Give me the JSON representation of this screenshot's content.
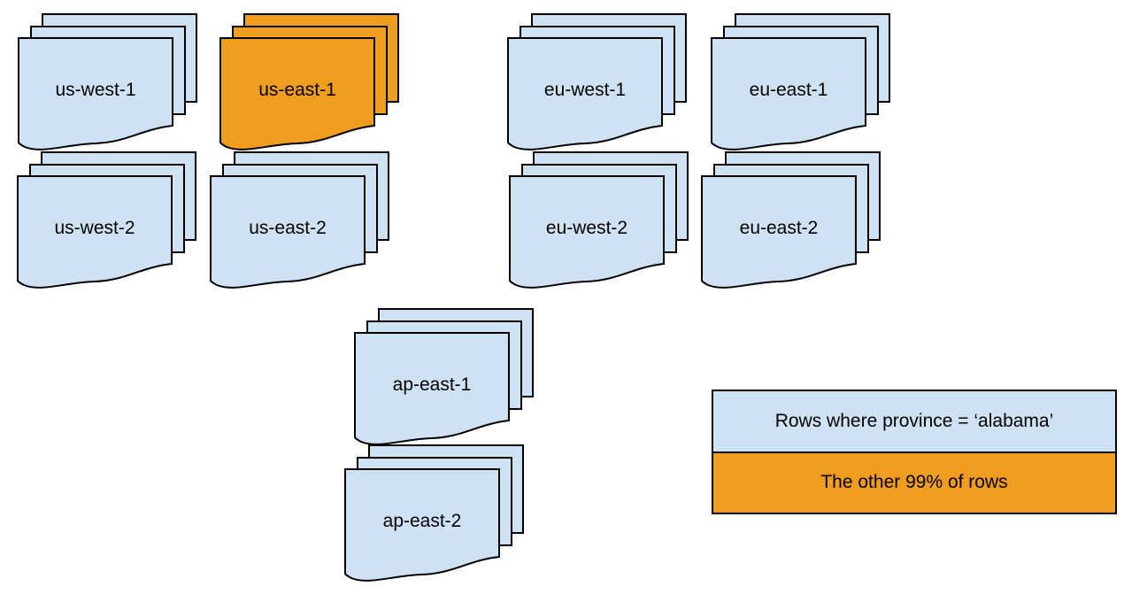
{
  "palette": {
    "page_fill_default": "#CFE2F3",
    "page_fill_highlight": "#F09C1F",
    "stroke": "#000000",
    "background": "#FFFFFF",
    "text": "#000000"
  },
  "stacks": [
    {
      "id": "us-west-1",
      "label": "us-west-1",
      "highlighted": false
    },
    {
      "id": "us-east-1",
      "label": "us-east-1",
      "highlighted": true
    },
    {
      "id": "eu-west-1",
      "label": "eu-west-1",
      "highlighted": false
    },
    {
      "id": "eu-east-1",
      "label": "eu-east-1",
      "highlighted": false
    },
    {
      "id": "us-west-2",
      "label": "us-west-2",
      "highlighted": false
    },
    {
      "id": "us-east-2",
      "label": "us-east-2",
      "highlighted": false
    },
    {
      "id": "eu-west-2",
      "label": "eu-west-2",
      "highlighted": false
    },
    {
      "id": "eu-east-2",
      "label": "eu-east-2",
      "highlighted": false
    },
    {
      "id": "ap-east-1",
      "label": "ap-east-1",
      "highlighted": false
    },
    {
      "id": "ap-east-2",
      "label": "ap-east-2",
      "highlighted": false
    }
  ],
  "legend": {
    "items": [
      {
        "label": "Rows where province = ‘alabama’",
        "swatch": "default"
      },
      {
        "label": "The other 99% of rows",
        "swatch": "highlight"
      }
    ]
  }
}
